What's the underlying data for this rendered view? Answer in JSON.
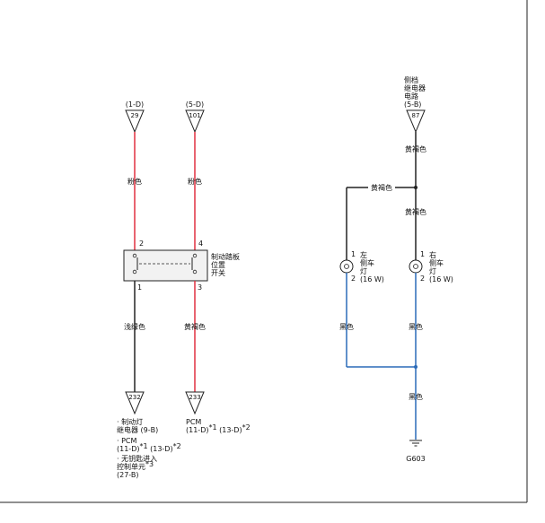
{
  "colors": {
    "pink_wire": "#e03040",
    "yellow_brown_wire": "#e03040",
    "light_green_wire": "#222222",
    "black_wire": "#2a6ab8",
    "outline": "#222222",
    "component_fill": "#f2f2f2"
  },
  "top_connectors": {
    "left": {
      "ref": "(1-D)",
      "num": "29"
    },
    "middle": {
      "ref": "(5-D)",
      "num": "101"
    },
    "right": {
      "title": [
        "侧档",
        "继电器",
        "电路"
      ],
      "ref": "(5-B)",
      "num": "87"
    }
  },
  "wires": {
    "left_top": "粉色",
    "middle_top": "粉色",
    "left_bottom": "浅绿色",
    "middle_bottom": "黄褐色",
    "right_top": "黄褐色",
    "branch": "黄褐色",
    "right_mid": "黄褐色",
    "left_lamp_bottom": "黑色",
    "right_lamp_bottom": "黑色",
    "ground_wire": "黑色"
  },
  "switch": {
    "label": [
      "制动踏板",
      "位置",
      "开关"
    ],
    "pins": {
      "top_left": "2",
      "top_right": "4",
      "bottom_left": "1",
      "bottom_right": "3"
    }
  },
  "lamps": {
    "left": {
      "label": [
        "左",
        "侧车",
        "灯",
        "(16 W)"
      ],
      "pin_top": "1",
      "pin_bottom": "2"
    },
    "right": {
      "label": [
        "右",
        "侧车",
        "灯",
        "(16 W)"
      ],
      "pin_top": "1",
      "pin_bottom": "2"
    }
  },
  "bottom_connectors": {
    "left": {
      "num": "232",
      "dest": [
        {
          "text": "· 制动灯",
          "sup": ""
        },
        {
          "text": "继电器 (9-B)",
          "sup": ""
        },
        {
          "text": "· PCM",
          "sup": ""
        },
        {
          "text": "(11-D)",
          "sup": "*1",
          "text2": " (13-D)",
          "sup2": "*2"
        },
        {
          "text": "· 无钥匙进入",
          "sup": ""
        },
        {
          "text": "控制单元",
          "sup": "*3"
        },
        {
          "text": "(27-B)",
          "sup": ""
        }
      ]
    },
    "middle": {
      "num": "233",
      "dest": [
        {
          "text": "PCM",
          "sup": ""
        },
        {
          "text": "(11-D)",
          "sup": "*1",
          "text2": " (13-D)",
          "sup2": "*2"
        }
      ]
    }
  },
  "ground": {
    "label": "G603"
  }
}
